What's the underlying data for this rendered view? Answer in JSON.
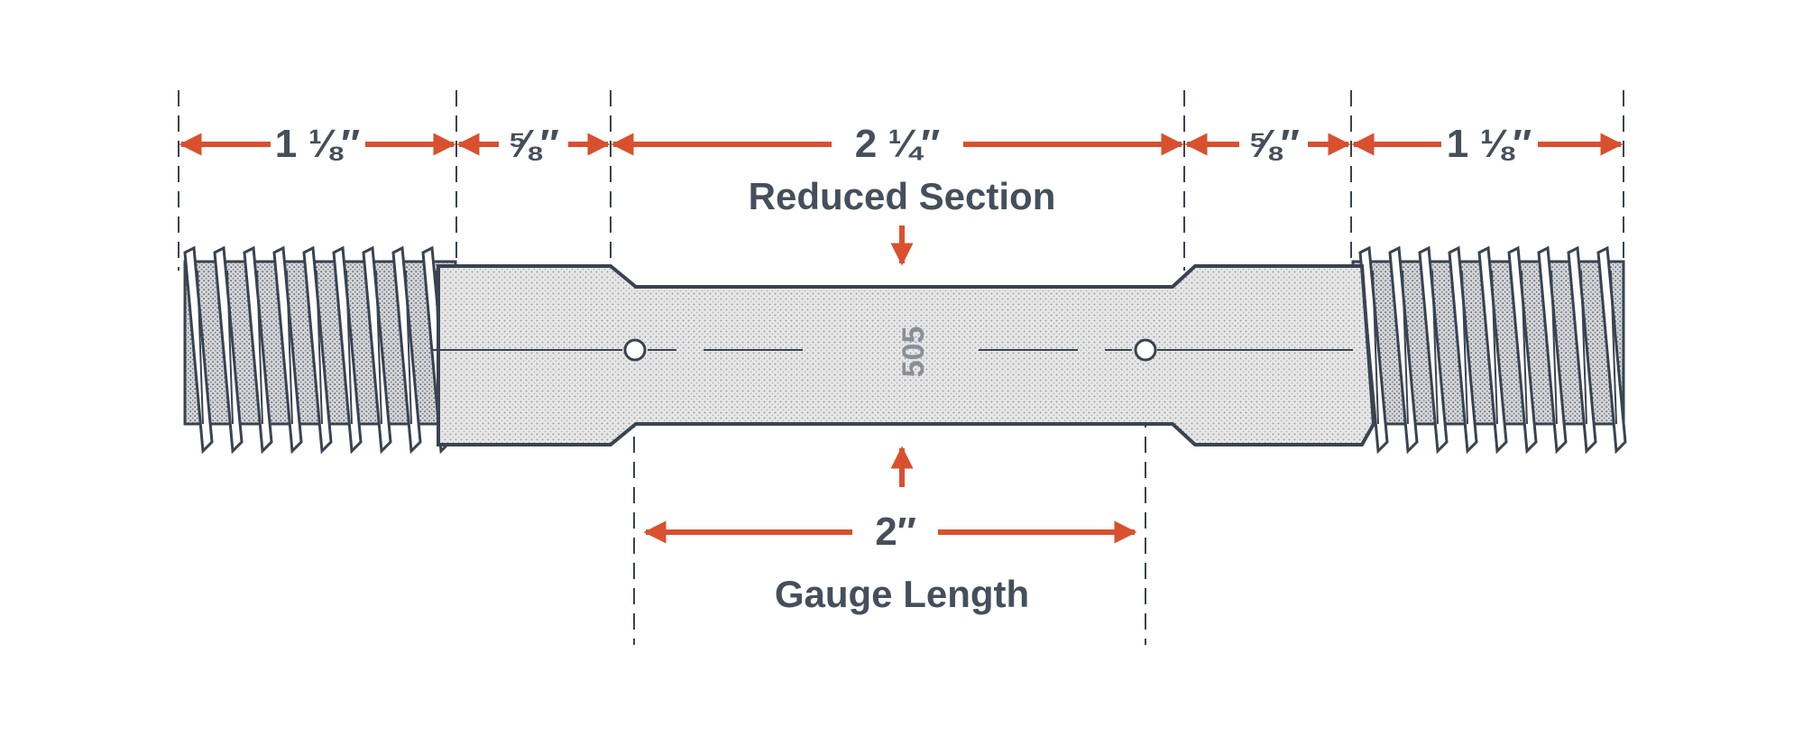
{
  "dimensions": {
    "left_thread": "1 ⅛″",
    "left_shoulder": "⅝″",
    "center": "2 ¼″",
    "right_shoulder": "⅝″",
    "right_thread": "1 ⅛″",
    "gauge": "2″"
  },
  "labels": {
    "reduced_section": "Reduced Section",
    "gauge_length": "Gauge Length",
    "specimen_marking": "505"
  },
  "colors": {
    "outline": "#3a4350",
    "arrow": "#d9502f",
    "fill": "#e4e4e4",
    "text": "#454f5c"
  }
}
